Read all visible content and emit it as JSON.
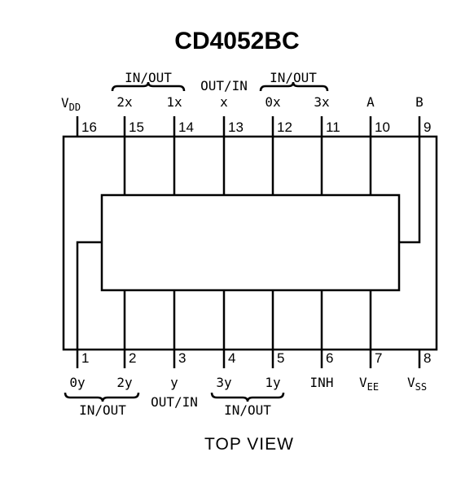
{
  "title": "CD4052BC",
  "caption": "TOP VIEW",
  "top_pins": [
    {
      "num": "16",
      "sym": "V",
      "sub": "DD"
    },
    {
      "num": "15",
      "sym": "2x",
      "sub": ""
    },
    {
      "num": "14",
      "sym": "1x",
      "sub": ""
    },
    {
      "num": "13",
      "sym": "x",
      "sub": ""
    },
    {
      "num": "12",
      "sym": "0x",
      "sub": ""
    },
    {
      "num": "11",
      "sym": "3x",
      "sub": ""
    },
    {
      "num": "10",
      "sym": "A",
      "sub": ""
    },
    {
      "num": "9",
      "sym": "B",
      "sub": ""
    }
  ],
  "bottom_pins": [
    {
      "num": "1",
      "sym": "0y",
      "sub": ""
    },
    {
      "num": "2",
      "sym": "2y",
      "sub": ""
    },
    {
      "num": "3",
      "sym": "y",
      "sub": ""
    },
    {
      "num": "4",
      "sym": "3y",
      "sub": ""
    },
    {
      "num": "5",
      "sym": "1y",
      "sub": ""
    },
    {
      "num": "6",
      "sym": "INH",
      "sub": ""
    },
    {
      "num": "7",
      "sym": "V",
      "sub": "EE"
    },
    {
      "num": "8",
      "sym": "V",
      "sub": "SS"
    }
  ],
  "groups": {
    "top_left": "IN/OUT",
    "top_mid": "OUT/IN",
    "top_right": "IN/OUT",
    "bottom_left": "IN/OUT",
    "bottom_mid": "OUT/IN",
    "bottom_right": "IN/OUT"
  }
}
